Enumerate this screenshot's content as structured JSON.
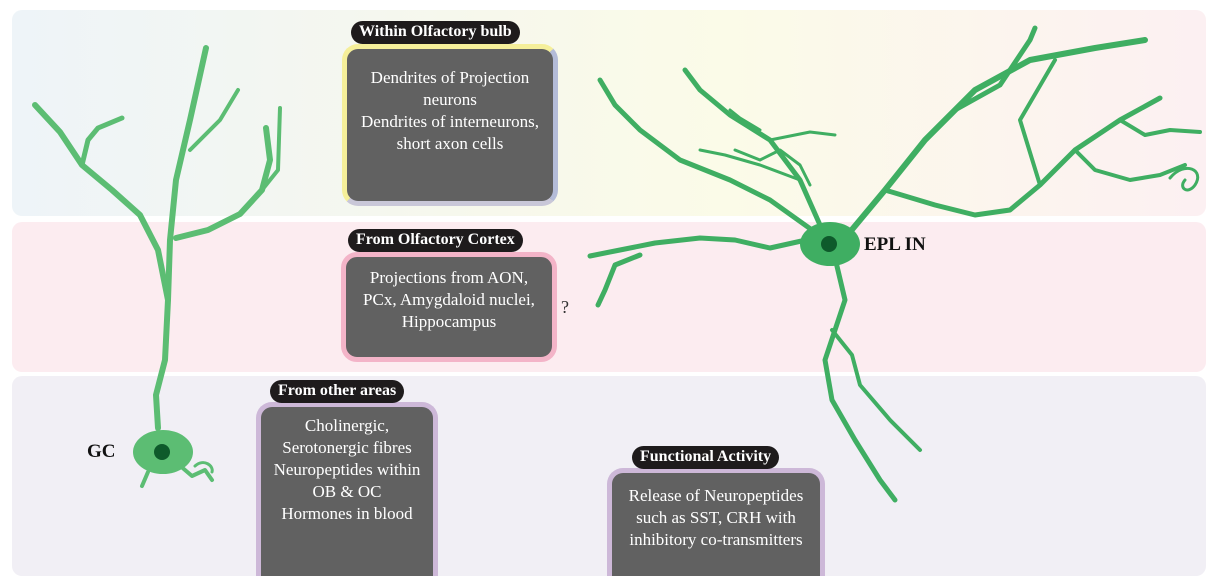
{
  "diagram": {
    "sections": [
      {
        "title": "Within Olfactory bulb",
        "items": [
          "Dendrites of Projection neurons",
          "Dendrites of interneurons, short axon cells"
        ],
        "border_color": "#f5ef9a"
      },
      {
        "title": "From Olfactory Cortex",
        "items": [
          "Projections from AON, PCx, Amygdaloid nuclei, Hippocampus"
        ],
        "border_color": "#f3b4c8"
      },
      {
        "title": "From other areas",
        "items": [
          "Cholinergic, Serotonergic fibres",
          "Neuropeptides within OB & OC",
          "Hormones in blood"
        ],
        "border_color": "#cdb8d8"
      },
      {
        "title": "Functional Activity",
        "items": [
          "Release of Neuropeptides such as SST, CRH with inhibitory co-transmitters"
        ],
        "border_color": "#cdb8d8"
      }
    ],
    "cells": {
      "gc": "GC",
      "epl": "EPL IN"
    },
    "question_mark": "?",
    "neuron_color": "#5cbd73",
    "nucleus_color": "#0e5a2b"
  }
}
